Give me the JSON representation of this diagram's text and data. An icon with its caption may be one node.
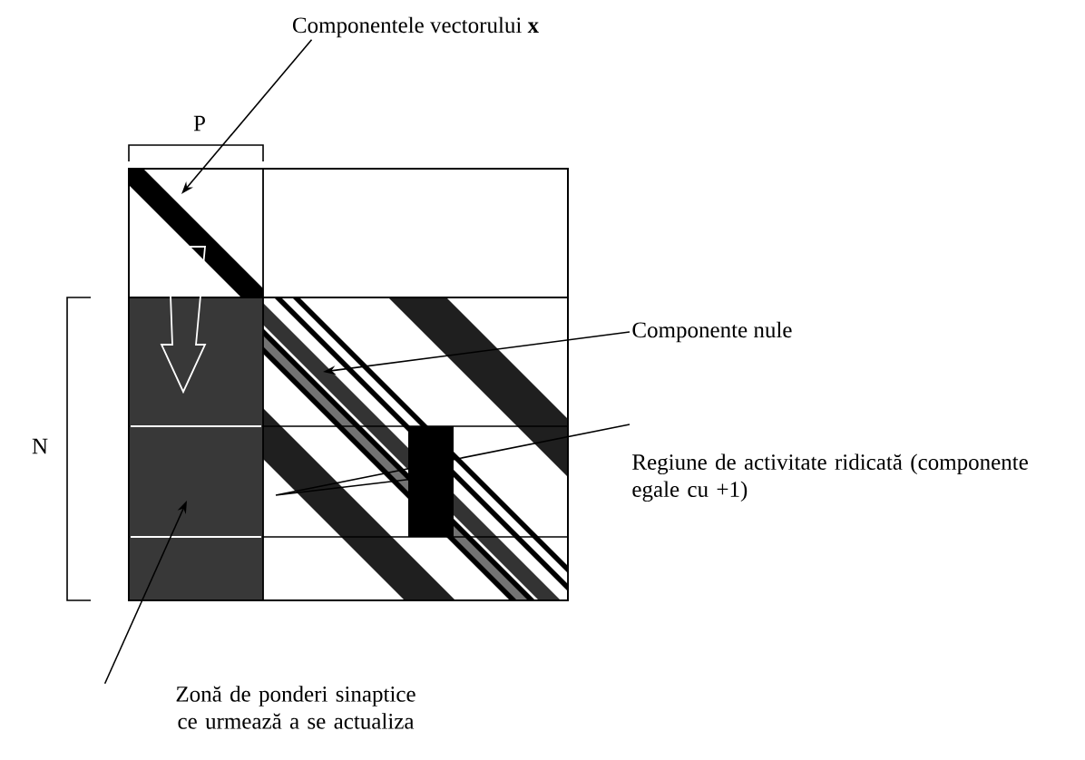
{
  "diagram": {
    "nodes": [
      {
        "text": [
          "Componentele vectorului **x**"
        ]
      },
      {
        "text": [
          "Componente nule"
        ]
      },
      {
        "text": [
          "Regiune de activitate ridicată (componente egale cu +1)"
        ]
      },
      {
        "text": [
          "Zonă de ponderi sinaptice ce urmează a se actualiza"
        ]
      }
    ],
    "edges": [
      {
        "from": 0,
        "to": null,
        "arrow": "to"
      },
      {
        "from": 1,
        "to": null,
        "arrow": "to"
      },
      {
        "from": 2,
        "to": null,
        "arrow": "none"
      },
      {
        "from": 3,
        "to": null,
        "arrow": "to"
      }
    ],
    "labels": [
      "P",
      "N"
    ]
  }
}
